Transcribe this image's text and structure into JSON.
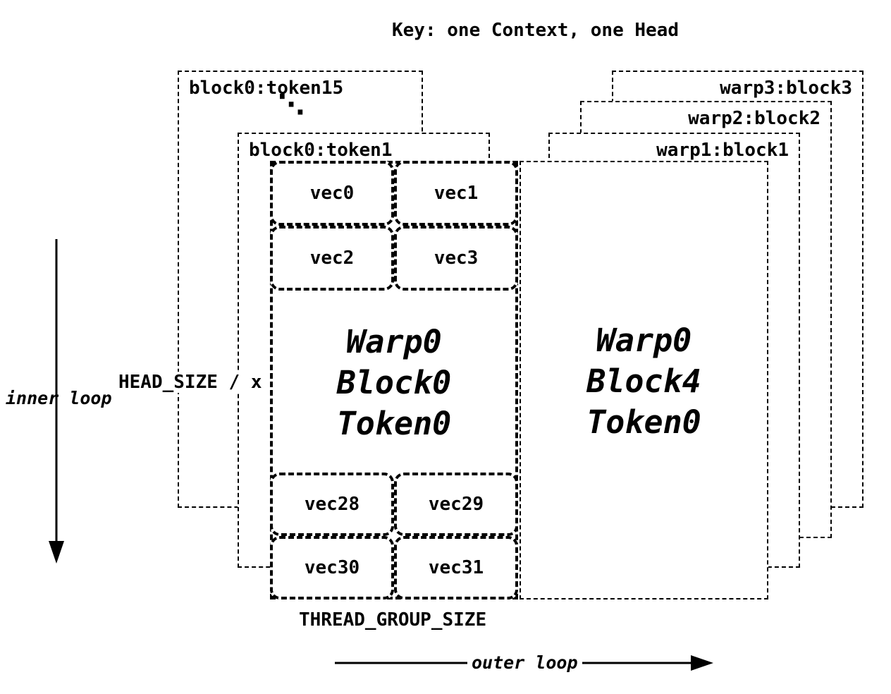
{
  "title": "Key: one Context, one Head",
  "colors": {
    "ink": "#000000",
    "bg": "#ffffff"
  },
  "left_axis": {
    "inner_loop_label": "inner loop",
    "head_size_label": "HEAD_SIZE / x"
  },
  "left_stack": {
    "back_box_label": "block0:token15",
    "ellipsis": "⋱",
    "front_box_label": "block0:token1"
  },
  "main_block": {
    "top_vecs": [
      "vec0",
      "vec1",
      "vec2",
      "vec3"
    ],
    "center": [
      "Warp0",
      "Block0",
      "Token0"
    ],
    "bottom_vecs": [
      "vec28",
      "vec29",
      "vec30",
      "vec31"
    ]
  },
  "right_stack": {
    "labels": [
      "warp1:block1",
      "warp2:block2",
      "warp3:block3"
    ],
    "center": [
      "Warp0",
      "Block4",
      "Token0"
    ]
  },
  "bottom_axis": {
    "thread_group_label": "THREAD_GROUP_SIZE",
    "outer_loop_label": "outer loop"
  }
}
